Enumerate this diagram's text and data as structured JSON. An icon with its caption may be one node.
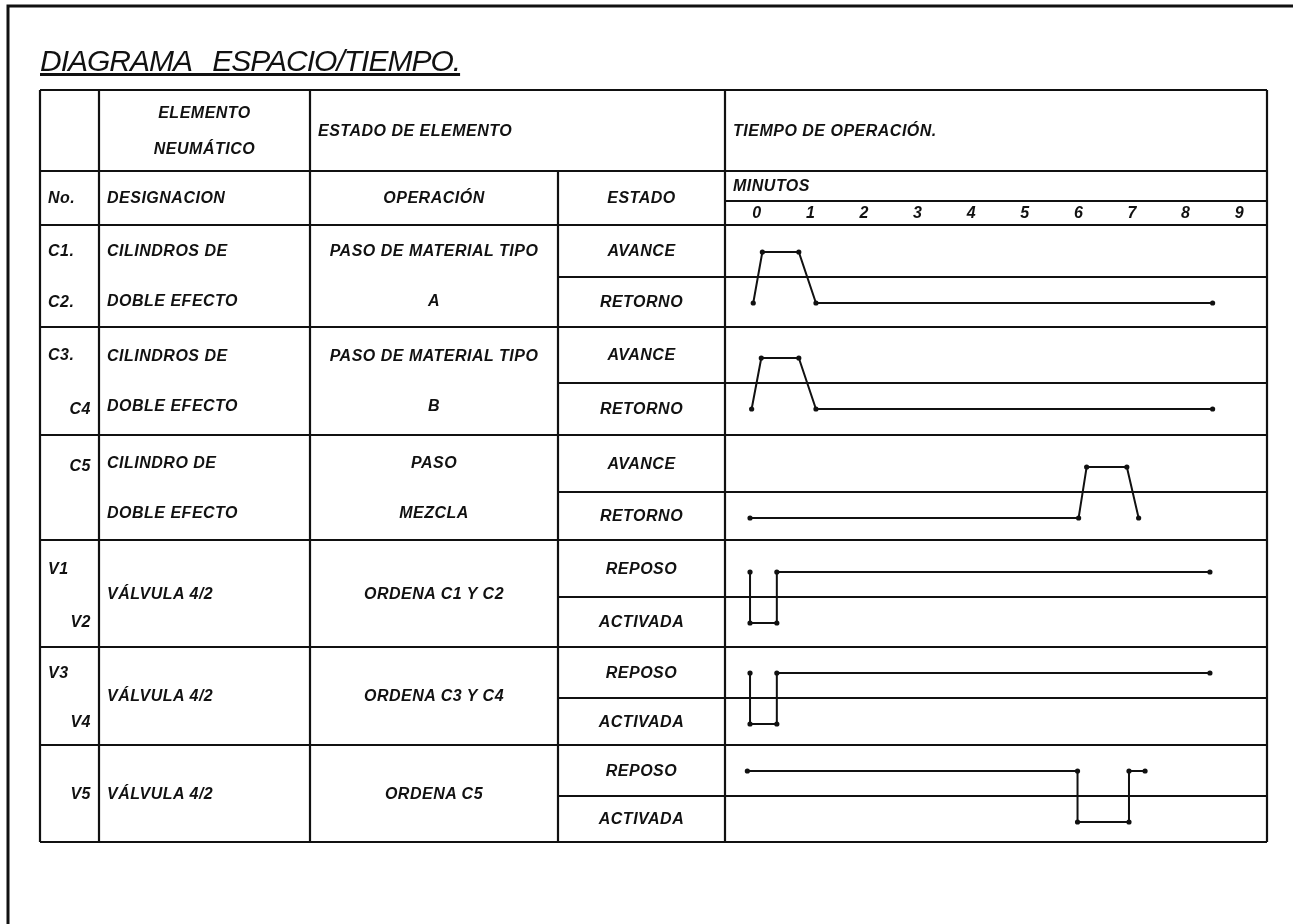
{
  "diagram": {
    "title": "DIAGRAMA ESPACIO/TIEMPO.",
    "labels": [
      "ELEMENTO NEUMÁTICO",
      "ESTADO DE ELEMENTO",
      "TIEMPO DE OPERACIÓN.",
      "No.",
      "DESIGNACION",
      "OPERACIÓN",
      "ESTADO",
      "MINUTOS",
      "0",
      "1",
      "2",
      "3",
      "4",
      "5",
      "6",
      "7",
      "8",
      "9",
      "C1.",
      "CILINDROS DE DOBLE EFECTO",
      "PASO DE MATERIAL TIPO A",
      "AVANCE",
      "C2.",
      "RETORNO",
      "C3.",
      "CILINDROS DE DOBLE EFECTO",
      "PASO DE MATERIAL TIPO B",
      "AVANCE",
      "C4",
      "RETORNO",
      "C5",
      "CILINDRO DE DOBLE EFECTO",
      "PASO MEZCLA",
      "AVANCE",
      "RETORNO",
      "V1",
      "VÁLVULA 4/2",
      "ORDENA C1 Y C2",
      "REPOSO",
      "V2",
      "ACTIVADA",
      "V3",
      "VÁLVULA 4/2",
      "ORDENA C3 Y C4",
      "REPOSO",
      "V4",
      "ACTIVADA",
      "V5",
      "VÁLVULA 4/2",
      "ORDENA C5",
      "REPOSO",
      "ACTIVADA"
    ]
  }
}
